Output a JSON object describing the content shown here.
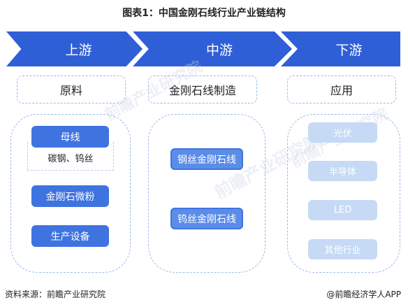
{
  "title": "图表1：中国金刚石线行业产业链结构",
  "stages": [
    {
      "label": "上游",
      "box": "原料"
    },
    {
      "label": "中游",
      "box": "金刚石线制造"
    },
    {
      "label": "下游",
      "box": "应用"
    }
  ],
  "upstream": {
    "items": [
      "母线",
      "金刚石微粉",
      "生产设备"
    ],
    "sub_note": "碳钢、钨丝"
  },
  "midstream": {
    "items": [
      "钢丝金刚石线",
      "钨丝金刚石线"
    ]
  },
  "downstream": {
    "items": [
      "光伏",
      "半导体",
      "LED",
      "其他行业"
    ]
  },
  "footer": {
    "source": "资料来源：前瞻产业研究院",
    "brand": "@前瞻经济学人APP"
  },
  "watermark": "前瞻产业研究院",
  "colors": {
    "chevron": "#2f5fd6",
    "primary_button": "#3f74e0",
    "light_button": "#c6daf6",
    "dashed_border": "#9db9ea"
  }
}
